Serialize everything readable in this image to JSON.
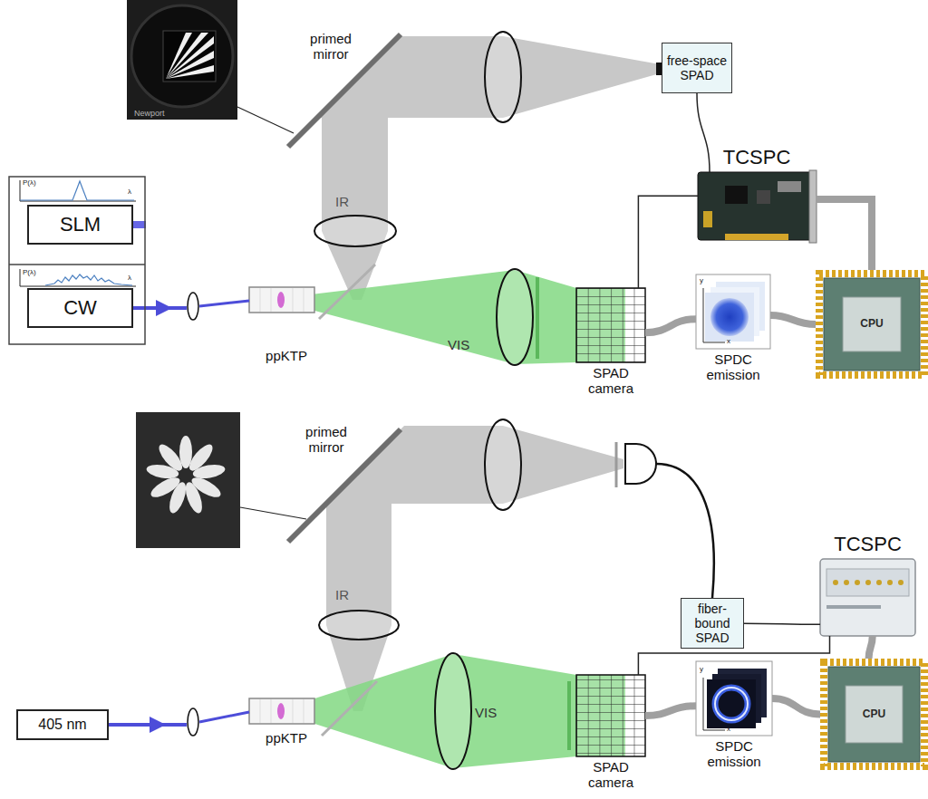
{
  "diagram": {
    "nodes": [
      {
        "text": [
          "free-space SPAD"
        ]
      },
      {
        "text": [
          "TCSPC"
        ]
      },
      {
        "text": [
          "SLM"
        ]
      },
      {
        "text": [
          "CW"
        ]
      },
      {
        "text": [
          "SPAD camera"
        ]
      },
      {
        "text": [
          "SPDC emission"
        ]
      },
      {
        "text": [
          "CPU"
        ]
      },
      {
        "text": [
          "fiber-bound SPAD"
        ]
      },
      {
        "text": [
          "TCSPC"
        ]
      },
      {
        "text": [
          "405 nm"
        ]
      },
      {
        "text": [
          "SPAD camera"
        ]
      },
      {
        "text": [
          "SPDC emission"
        ]
      },
      {
        "text": [
          "CPU"
        ]
      }
    ],
    "edges": [
      {
        "from": 0,
        "to": 1,
        "arrow": "none"
      },
      {
        "from": 1,
        "to": 4,
        "arrow": "none"
      },
      {
        "from": 4,
        "to": 5,
        "arrow": "none"
      },
      {
        "from": 5,
        "to": 6,
        "arrow": "none"
      },
      {
        "from": 1,
        "to": 6,
        "arrow": "none"
      },
      {
        "from": 7,
        "to": 8,
        "arrow": "none"
      },
      {
        "from": 8,
        "to": 10,
        "arrow": "none"
      },
      {
        "from": 10,
        "to": 11,
        "arrow": "none"
      },
      {
        "from": 11,
        "to": 12,
        "arrow": "none"
      },
      {
        "from": 8,
        "to": 12,
        "arrow": "none"
      }
    ],
    "labels": [
      "Newport",
      "primed mirror",
      "IR",
      "P(λ)",
      "λ",
      "P(λ)",
      "λ",
      "VIS",
      "ppKTP",
      "y",
      "x",
      "primed mirror",
      "IR",
      "VIS",
      "ppKTP",
      "y",
      "x"
    ]
  }
}
